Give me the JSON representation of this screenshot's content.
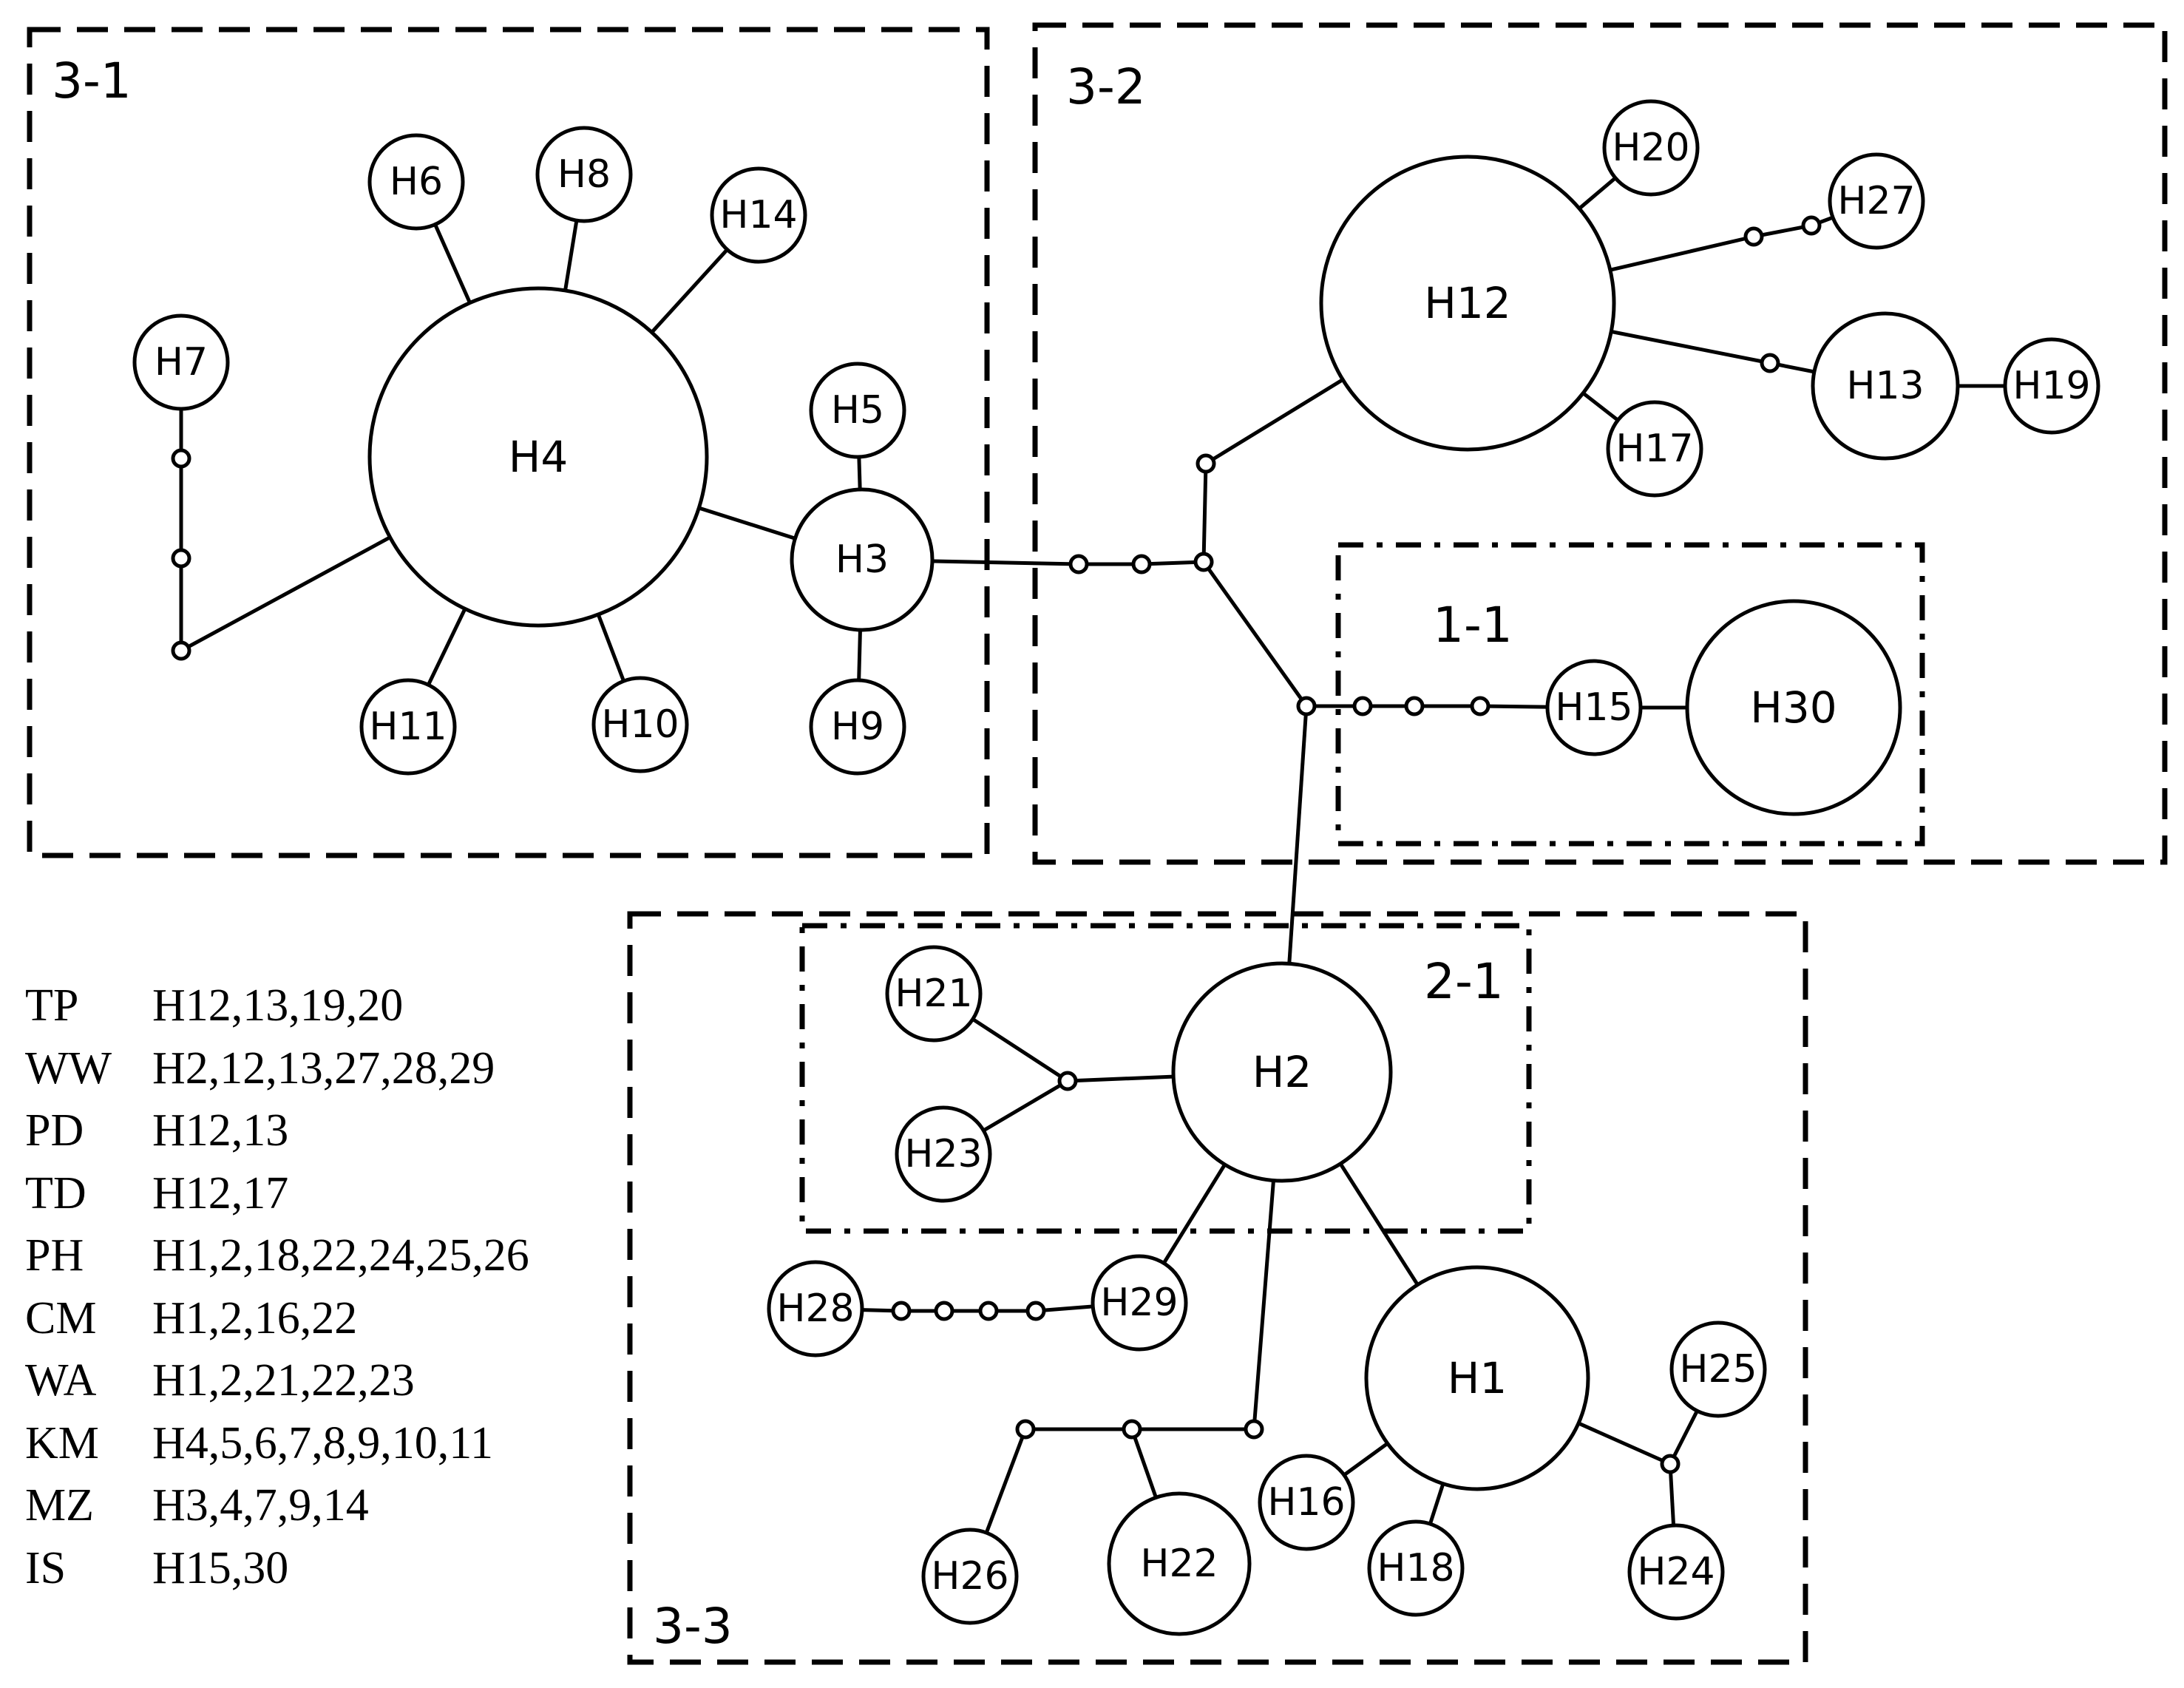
{
  "clades": [
    {
      "id": "3-1",
      "label": "3-1",
      "style": "dashed"
    },
    {
      "id": "3-2",
      "label": "3-2",
      "style": "dashed"
    },
    {
      "id": "1-1",
      "label": "1-1",
      "style": "dashdot"
    },
    {
      "id": "3-3",
      "label": "3-3",
      "style": "dashed"
    },
    {
      "id": "2-1",
      "label": "2-1",
      "style": "dashdot"
    }
  ],
  "haplotypes": [
    "H1",
    "H2",
    "H3",
    "H4",
    "H5",
    "H6",
    "H7",
    "H8",
    "H9",
    "H10",
    "H11",
    "H12",
    "H13",
    "H14",
    "H15",
    "H16",
    "H17",
    "H18",
    "H19",
    "H20",
    "H21",
    "H22",
    "H23",
    "H24",
    "H25",
    "H26",
    "H27",
    "H28",
    "H29",
    "H30"
  ],
  "legend": [
    {
      "code": "TP",
      "haplotypes": "H12,13,19,20"
    },
    {
      "code": "WW",
      "haplotypes": "H2,12,13,27,28,29"
    },
    {
      "code": "PD",
      "haplotypes": "H12,13"
    },
    {
      "code": "TD",
      "haplotypes": "H12,17"
    },
    {
      "code": "PH",
      "haplotypes": "H1,2,18,22,24,25,26"
    },
    {
      "code": "CM",
      "haplotypes": "H1,2,16,22"
    },
    {
      "code": "WA",
      "haplotypes": "H1,2,21,22,23"
    },
    {
      "code": "KM",
      "haplotypes": "H4,5,6,7,8,9,10,11"
    },
    {
      "code": "MZ",
      "haplotypes": "H3,4,7,9,14"
    },
    {
      "code": "IS",
      "haplotypes": "H15,30"
    }
  ]
}
